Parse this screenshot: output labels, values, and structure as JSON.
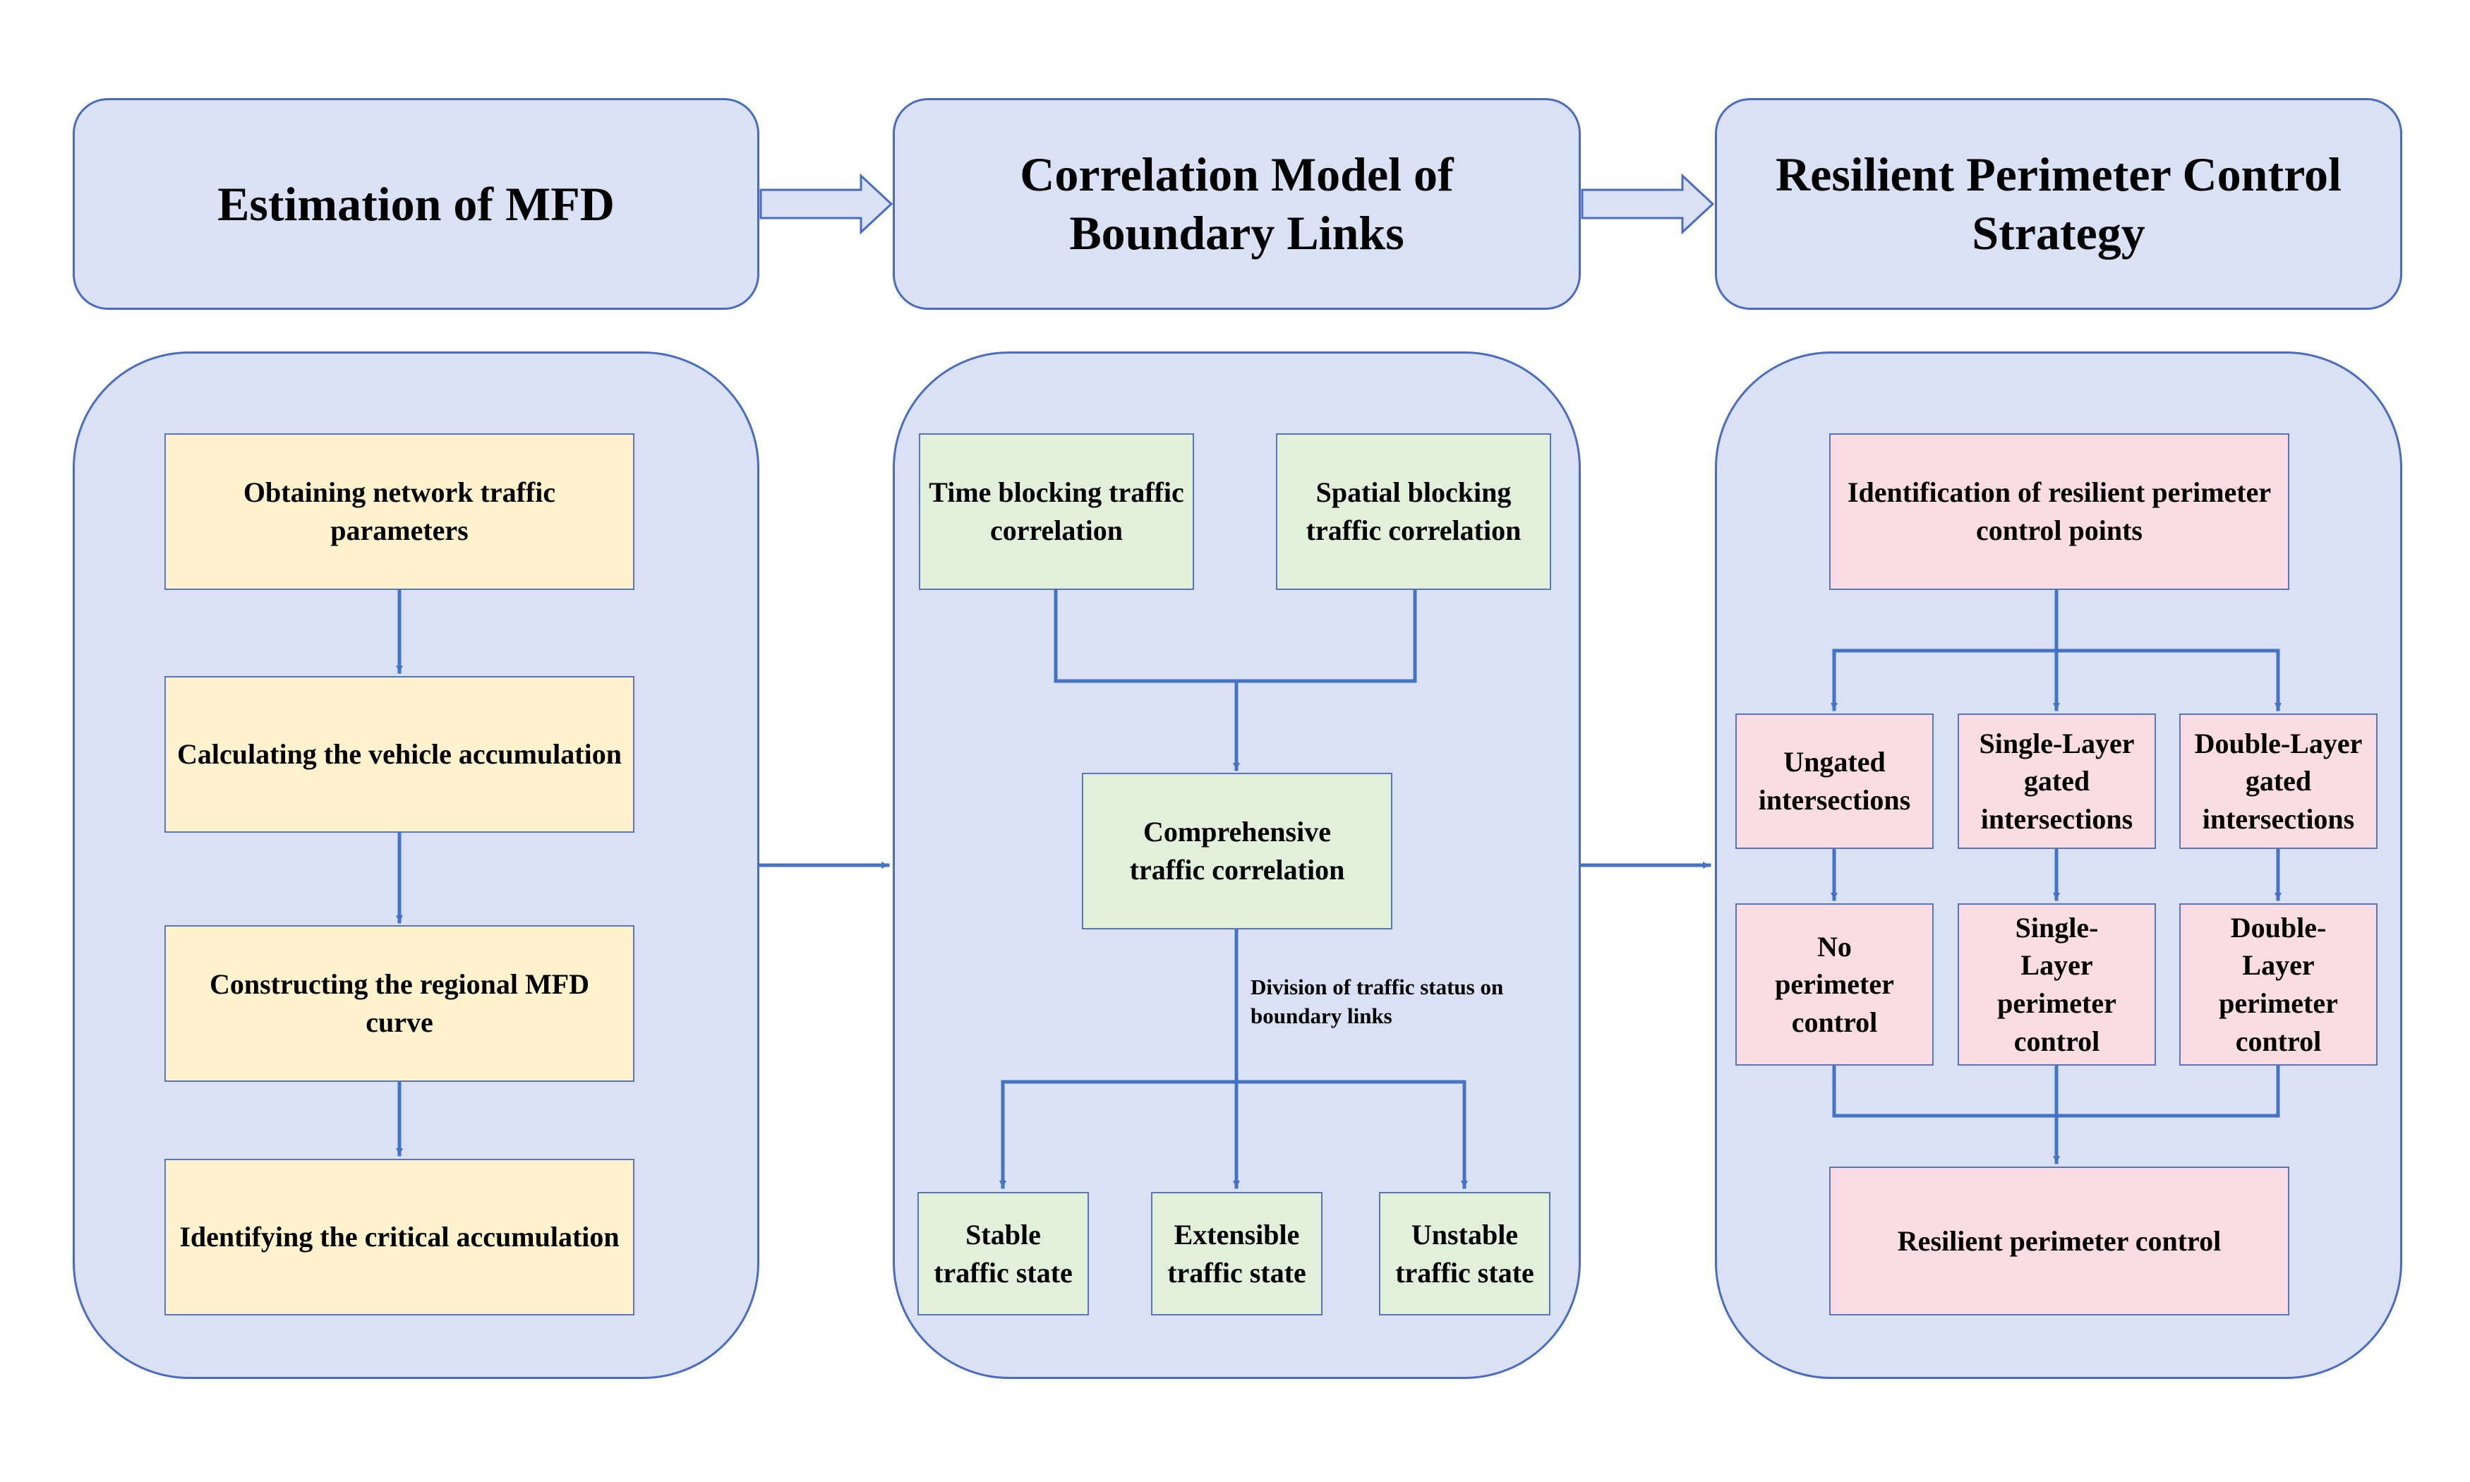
{
  "headers": {
    "mfd": "Estimation of MFD",
    "correlation": "Correlation Model of Boundary Links",
    "strategy": "Resilient Perimeter Control Strategy"
  },
  "mfd_steps": {
    "obtain": "Obtaining network traffic parameters",
    "calculate": "Calculating the vehicle accumulation",
    "construct": "Constructing the regional MFD curve",
    "identify": "Identifying the critical accumulation"
  },
  "correlation_nodes": {
    "time": "Time blocking traffic correlation",
    "spatial": "Spatial blocking traffic correlation",
    "comprehensive": "Comprehensive traffic correlation",
    "division_note": "Division of traffic status on boundary links",
    "stable": "Stable traffic state",
    "extensible": "Extensible traffic state",
    "unstable": "Unstable traffic state"
  },
  "strategy_nodes": {
    "identification": "Identification of resilient perimeter control points",
    "ungated": "Ungated intersections",
    "single_gated": "Single-Layer gated intersections",
    "double_gated": "Double-Layer gated intersections",
    "no_control": "No perimeter control",
    "single_control": "Single-Layer perimeter control",
    "double_control": "Double-Layer perimeter control",
    "resilient": "Resilient perimeter control"
  },
  "colors": {
    "panel_fill": "#dae1f4",
    "panel_border": "#4a6cc0",
    "connector": "#4472c4",
    "mfd_box": "#fff2cc",
    "correlation_box": "#e2efda",
    "strategy_box": "#fadce4"
  }
}
